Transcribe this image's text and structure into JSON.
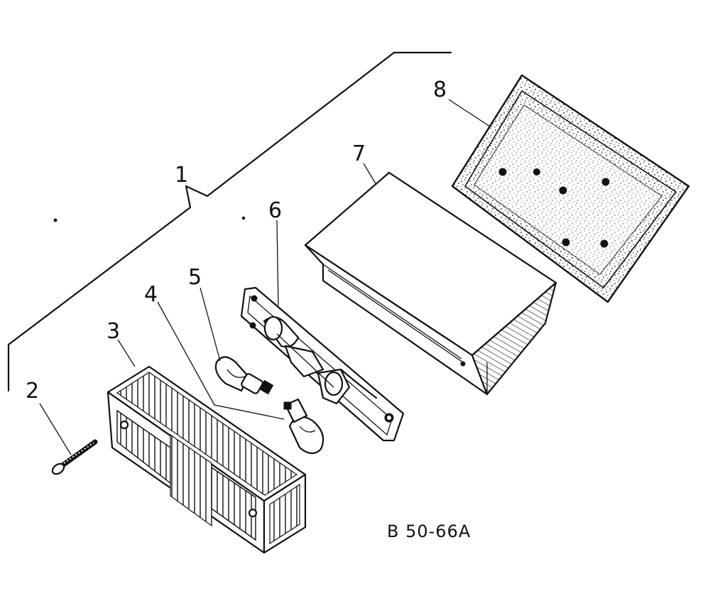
{
  "diagram": {
    "figure_code": "B 50-66A",
    "callouts": [
      {
        "id": "1",
        "label": "1"
      },
      {
        "id": "2",
        "label": "2"
      },
      {
        "id": "3",
        "label": "3"
      },
      {
        "id": "4",
        "label": "4"
      },
      {
        "id": "5",
        "label": "5"
      },
      {
        "id": "6",
        "label": "6"
      },
      {
        "id": "7",
        "label": "7"
      },
      {
        "id": "8",
        "label": "8"
      }
    ]
  }
}
